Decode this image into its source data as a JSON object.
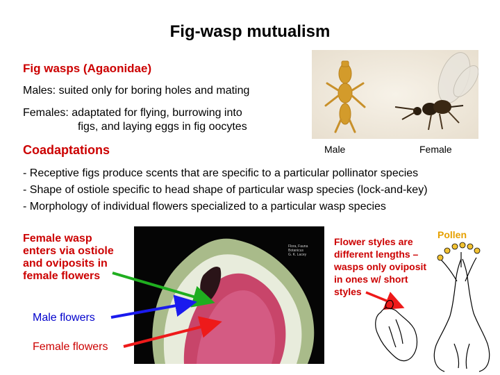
{
  "slide": {
    "title": "Fig-wasp mutualism",
    "subtitle": "Fig wasps (Agaonidae)",
    "males_text": "Males: suited only for boring holes and mating",
    "females_line1": "Females: adaptated for flying, burrowing into",
    "females_line2": "figs, and laying eggs in fig oocytes",
    "coadaptations": "Coadaptations",
    "bullets": [
      "- Receptive figs produce scents that are specific to a particular pollinator species",
      "- Shape of ostiole specific to head shape of particular wasp species (lock-and-key)",
      "- Morphology of individual flowers specialized to a particular wasp species"
    ]
  },
  "wasp_photo": {
    "male_caption": "Male",
    "female_caption": "Female"
  },
  "fig_section": {
    "female_wasp_label": [
      "Female wasp",
      "enters via ostiole",
      "and oviposits in",
      "female flowers"
    ],
    "male_flowers_label": "Male flowers",
    "female_flowers_label": "Female flowers",
    "photo_credit": [
      "Flora, Fauna",
      "Botanicus",
      "G. K. Lacey"
    ]
  },
  "flower_section": {
    "styles_text": [
      "Flower styles are",
      "different lengths –",
      "wasps only oviposit",
      "in ones w/ short",
      "styles"
    ],
    "pollen_label": "Pollen"
  },
  "colors": {
    "accent_red": "#cc0000",
    "arrow_green": "#1fae1f",
    "arrow_blue": "#1a1aee",
    "arrow_red": "#ee1a1a",
    "pollen_yellow": "#e6a000"
  }
}
